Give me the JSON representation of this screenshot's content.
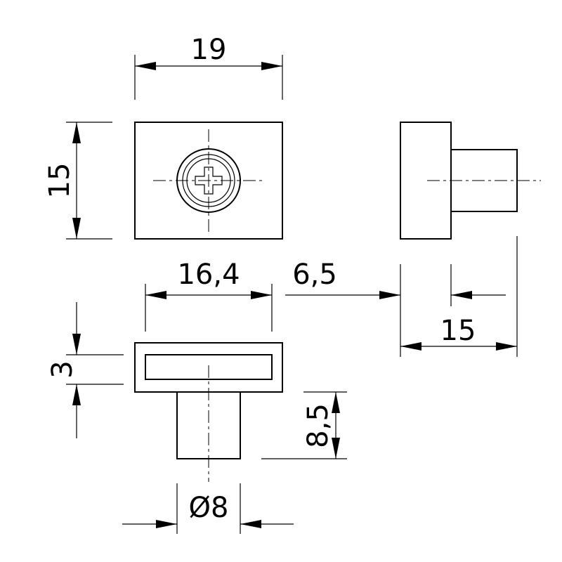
{
  "dimensions": {
    "top_width": "19",
    "front_height": "15",
    "slot_width": "16,4",
    "offset": "6,5",
    "side_depth": "15",
    "flange_thickness": "3",
    "pin_length": "8,5",
    "pin_diameter": "Ø8"
  }
}
